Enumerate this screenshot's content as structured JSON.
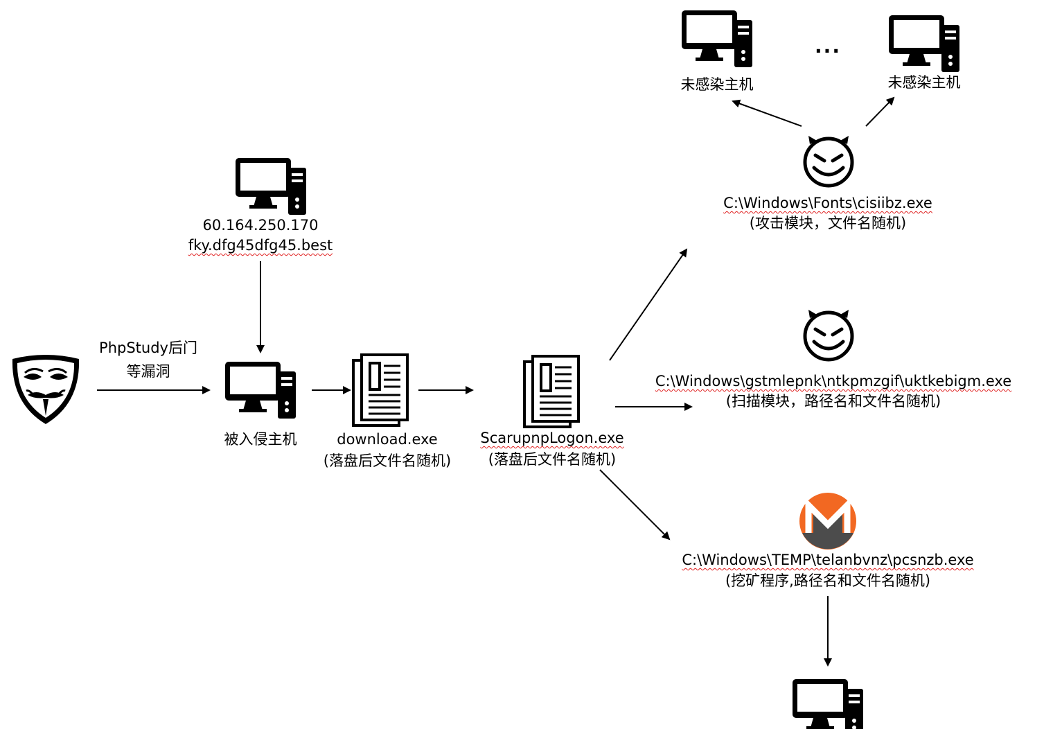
{
  "nodes": {
    "c2": {
      "line1": "60.164.250.170",
      "line2": "fky.dfg45dfg45.best"
    },
    "edge_attack": {
      "line1": "PhpStudy后门",
      "line2": "等漏洞"
    },
    "victim": {
      "label": "被入侵主机"
    },
    "download": {
      "line1": "download.exe",
      "line2": "(落盘后文件名随机)"
    },
    "loader": {
      "line1": "ScarupnpLogon.exe",
      "line2": "(落盘后文件名随机)"
    },
    "attack_module": {
      "line1": "C:\\Windows\\Fonts\\cisiibz.exe",
      "line2": "(攻击模块，文件名随机)"
    },
    "scan_module": {
      "line1": "C:\\Windows\\gstmlepnk\\ntkpmzgif\\uktkebigm.exe",
      "line2": "(扫描模块，路径名和文件名随机)"
    },
    "miner": {
      "line1": "C:\\Windows\\TEMP\\telanbvnz\\pcsnzb.exe",
      "line2": "(挖矿程序,路径名和文件名随机)"
    },
    "uninfected_1": {
      "label": "未感染主机"
    },
    "uninfected_2": {
      "label": "未感染主机"
    },
    "ellipsis": "..."
  },
  "colors": {
    "line": "#000000",
    "monero_orange": "#f26822",
    "monero_gray": "#4c4c4c",
    "spellcheck": "#e02020"
  },
  "icons": [
    "anonymous-mask-icon",
    "computer-icon",
    "document-icon",
    "devil-smiley-icon",
    "monero-logo-icon"
  ]
}
